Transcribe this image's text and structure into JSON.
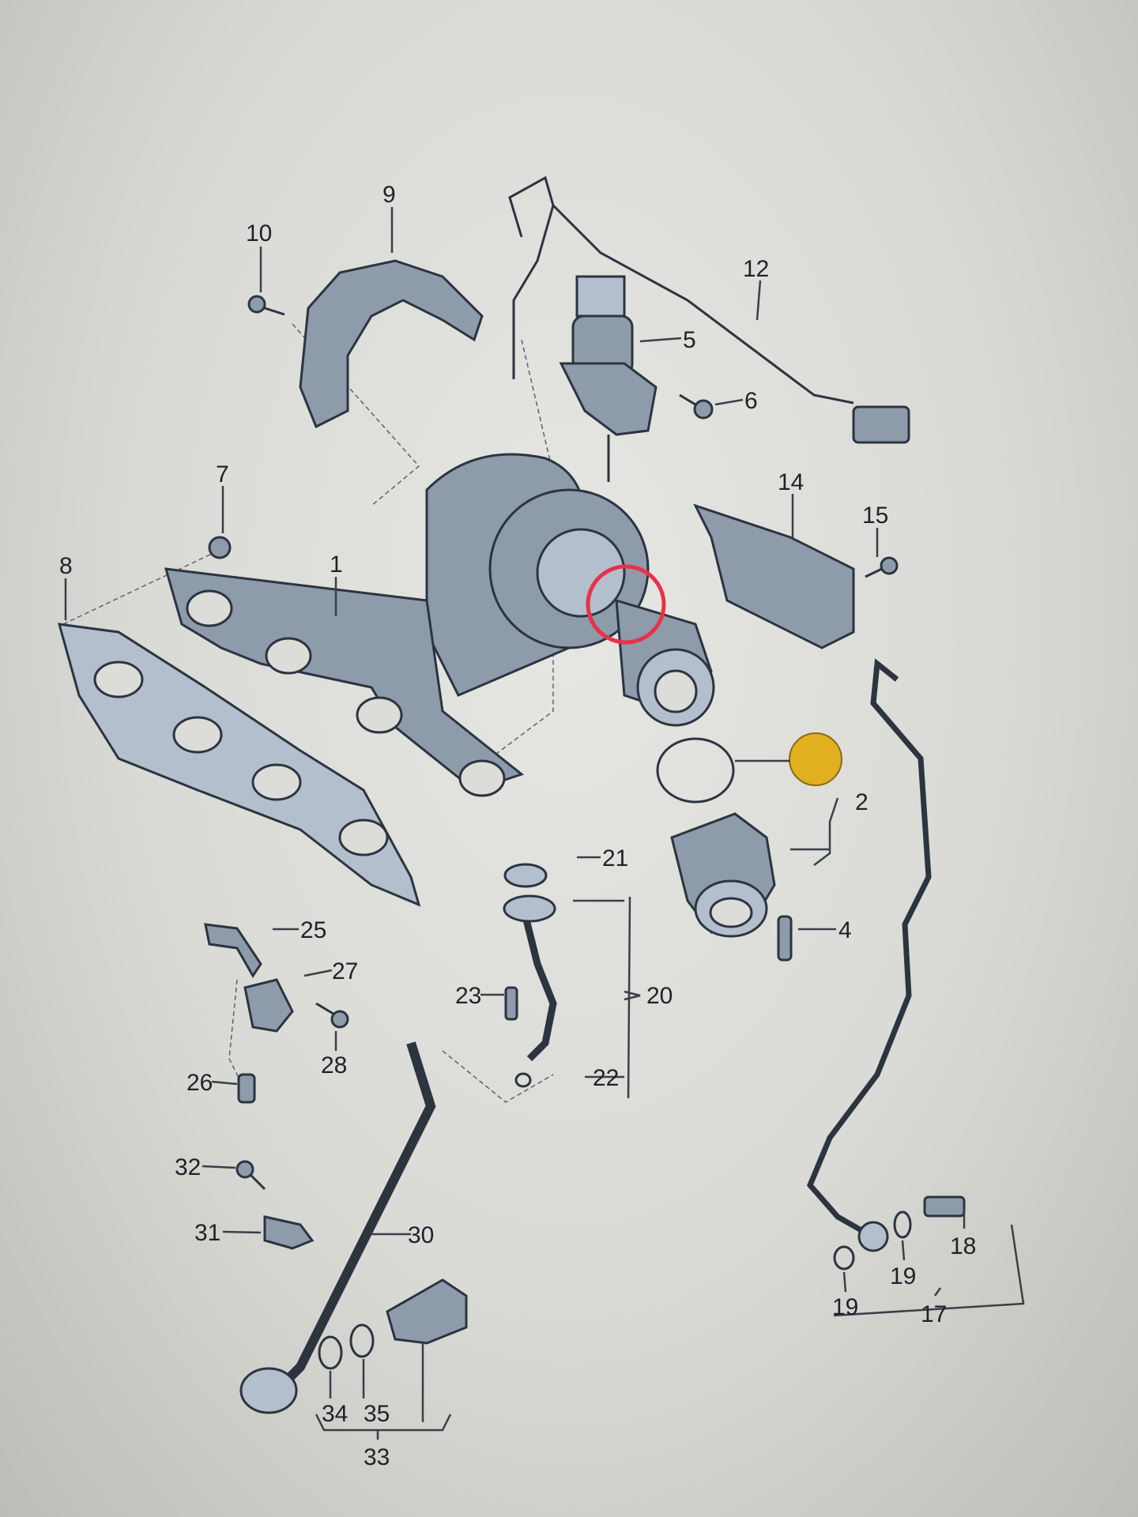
{
  "diagram": {
    "title": "Turbocharger exploded parts diagram",
    "labels": {
      "p1": "1",
      "p2": "2",
      "p4": "4",
      "p5": "5",
      "p6": "6",
      "p7": "7",
      "p8": "8",
      "p9": "9",
      "p10": "10",
      "p12": "12",
      "p14": "14",
      "p15": "15",
      "p17": "17",
      "p18": "18",
      "p19a": "19",
      "p19b": "19",
      "p20": "20",
      "p21": "21",
      "p22": "22",
      "p23": "23",
      "p25": "25",
      "p26": "26",
      "p27": "27",
      "p28": "28",
      "p30": "30",
      "p31": "31",
      "p32": "32",
      "p33": "33",
      "p34": "34",
      "p35": "35"
    },
    "annotations": {
      "red_circle_color": "#e8324a",
      "yellow_highlight_color": "#e0b020"
    }
  }
}
